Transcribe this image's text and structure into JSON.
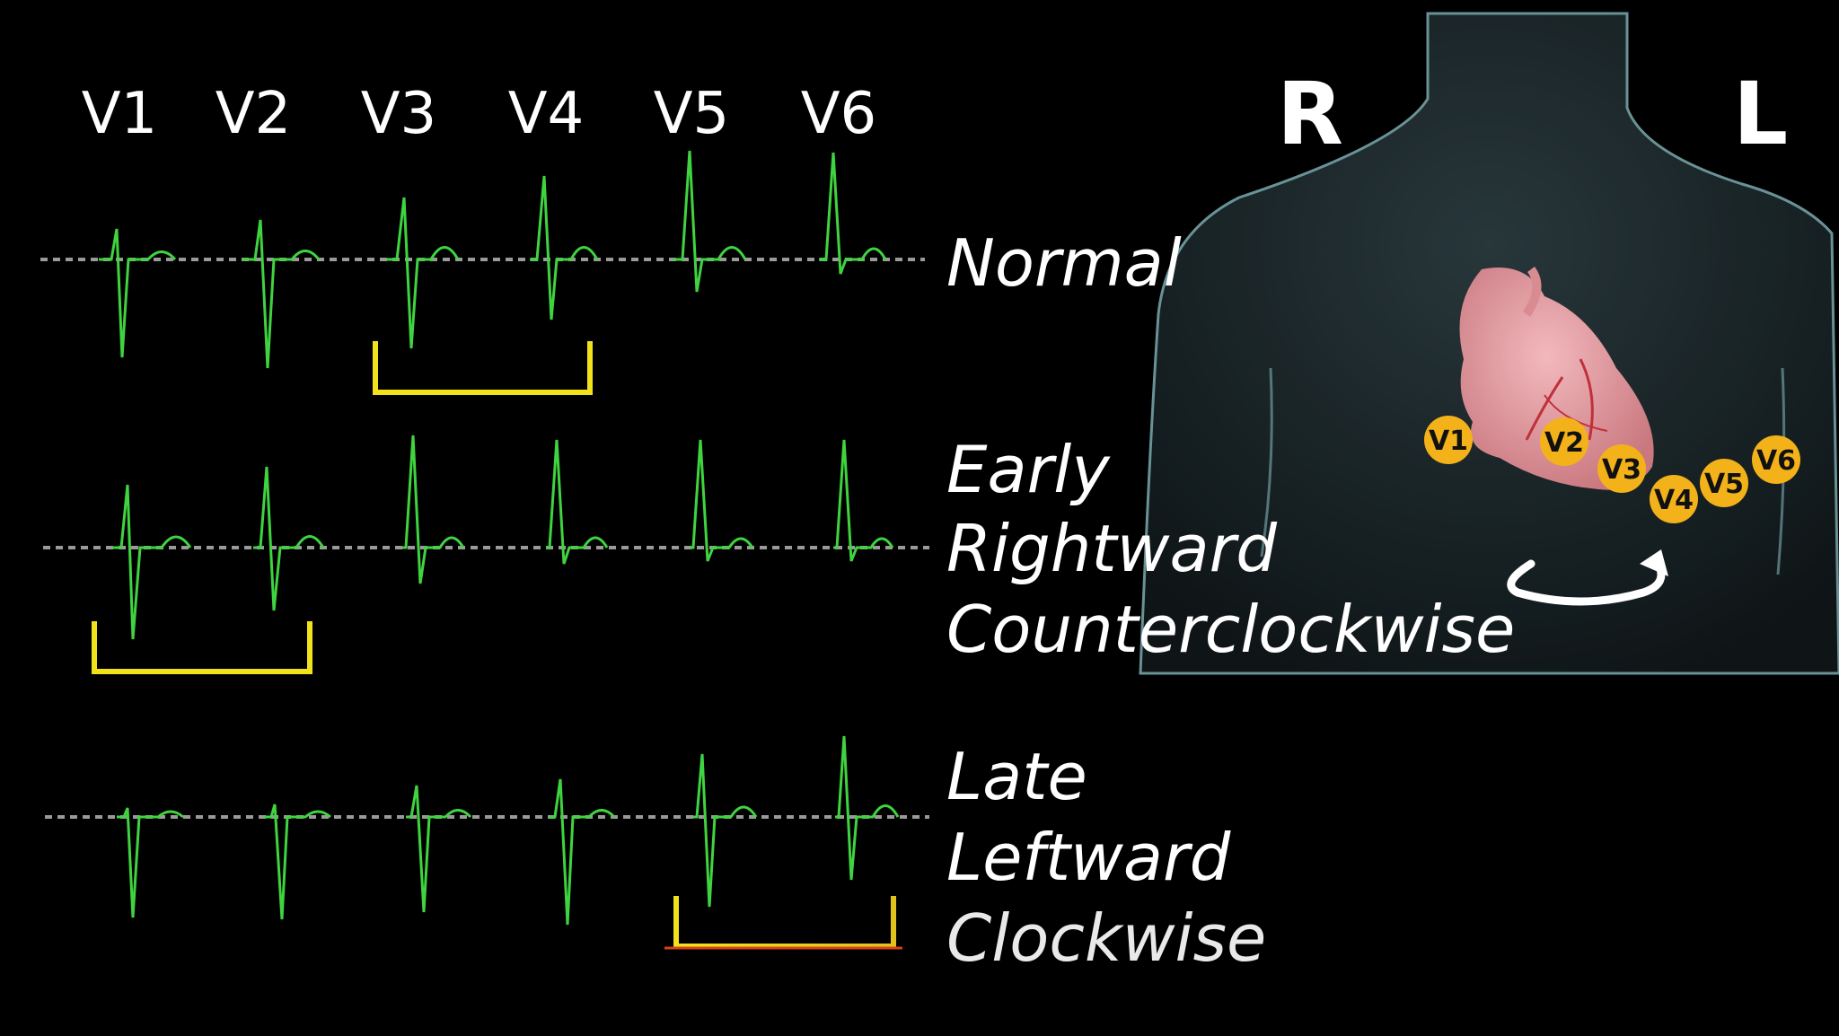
{
  "leads": [
    "V1",
    "V2",
    "V3",
    "V4",
    "V5",
    "V6"
  ],
  "sides": {
    "right": "R",
    "left": "L"
  },
  "rows": [
    {
      "id": "normal",
      "lines": [
        "Normal"
      ],
      "transition_leads": [
        "V3",
        "V4"
      ]
    },
    {
      "id": "early",
      "lines": [
        "Early",
        "Rightward",
        "Counterclockwise"
      ],
      "transition_leads": [
        "V1",
        "V2"
      ]
    },
    {
      "id": "late",
      "lines": [
        "Late",
        "Leftward",
        "Clockwise"
      ],
      "transition_leads": [
        "V5",
        "V6"
      ]
    }
  ],
  "chest_electrodes": [
    "V1",
    "V2",
    "V3",
    "V4",
    "V5",
    "V6"
  ],
  "colors": {
    "background": "#000000",
    "trace": "#3fd43f",
    "baseline": "#9a9a9a",
    "bracket": "#f2e21a",
    "electrode": "#f3b21a",
    "torso": "#1d2b2e",
    "heart": "#e6a0a6"
  }
}
